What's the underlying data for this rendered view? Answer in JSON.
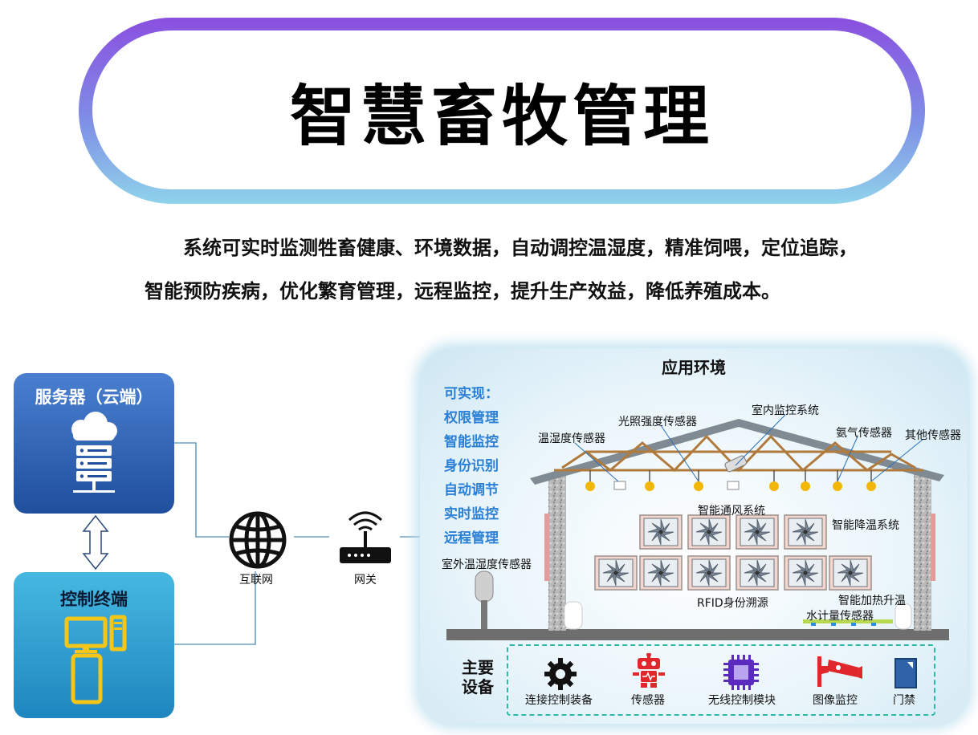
{
  "title": "智慧畜牧管理",
  "intro": "系统可实时监测牲畜健康、环境数据，自动调控温湿度，精准饲喂，定位追踪，智能预防疾病，优化繁育管理，远程监控，提升生产效益，降低养殖成本。",
  "left": {
    "server_title": "服务器（云端）",
    "terminal_title": "控制终端",
    "internet_label": "互联网",
    "gateway_label": "网关"
  },
  "env": {
    "title": "应用环境",
    "can_title": "可实现：",
    "can_items": [
      "权限管理",
      "智能监控",
      "身份识别",
      "自动调节",
      "实时监控",
      "远程管理"
    ],
    "labels": {
      "temp_humidity": "温湿度传感器",
      "light": "光照强度传感器",
      "indoor_monitor": "室内监控系统",
      "ammonia": "氨气传感器",
      "other": "其他传感器",
      "ventilation": "智能通风系统",
      "cooling": "智能降温系统",
      "outdoor_th": "室外温湿度传感器",
      "rfid": "RFID身份溯源",
      "heating": "智能加热升温",
      "water_meter": "水计量传感器"
    },
    "equipment_title": "主要设备",
    "equipment": [
      {
        "label": "连接控制装备",
        "icon": "gear-icon"
      },
      {
        "label": "传感器",
        "icon": "robot-icon"
      },
      {
        "label": "无线控制模块",
        "icon": "chip-icon"
      },
      {
        "label": "图像监控",
        "icon": "camera-icon"
      },
      {
        "label": "门禁",
        "icon": "door-icon"
      }
    ]
  },
  "colors": {
    "accent_blue": "#2a7fd6",
    "server_blue": "#1f4f9d",
    "terminal_cyan": "#1e86bf",
    "frame_teal": "#2db8a8",
    "icon_yellow": "#f5c518",
    "icon_red": "#e0282c",
    "icon_purple": "#5b2bbf"
  }
}
